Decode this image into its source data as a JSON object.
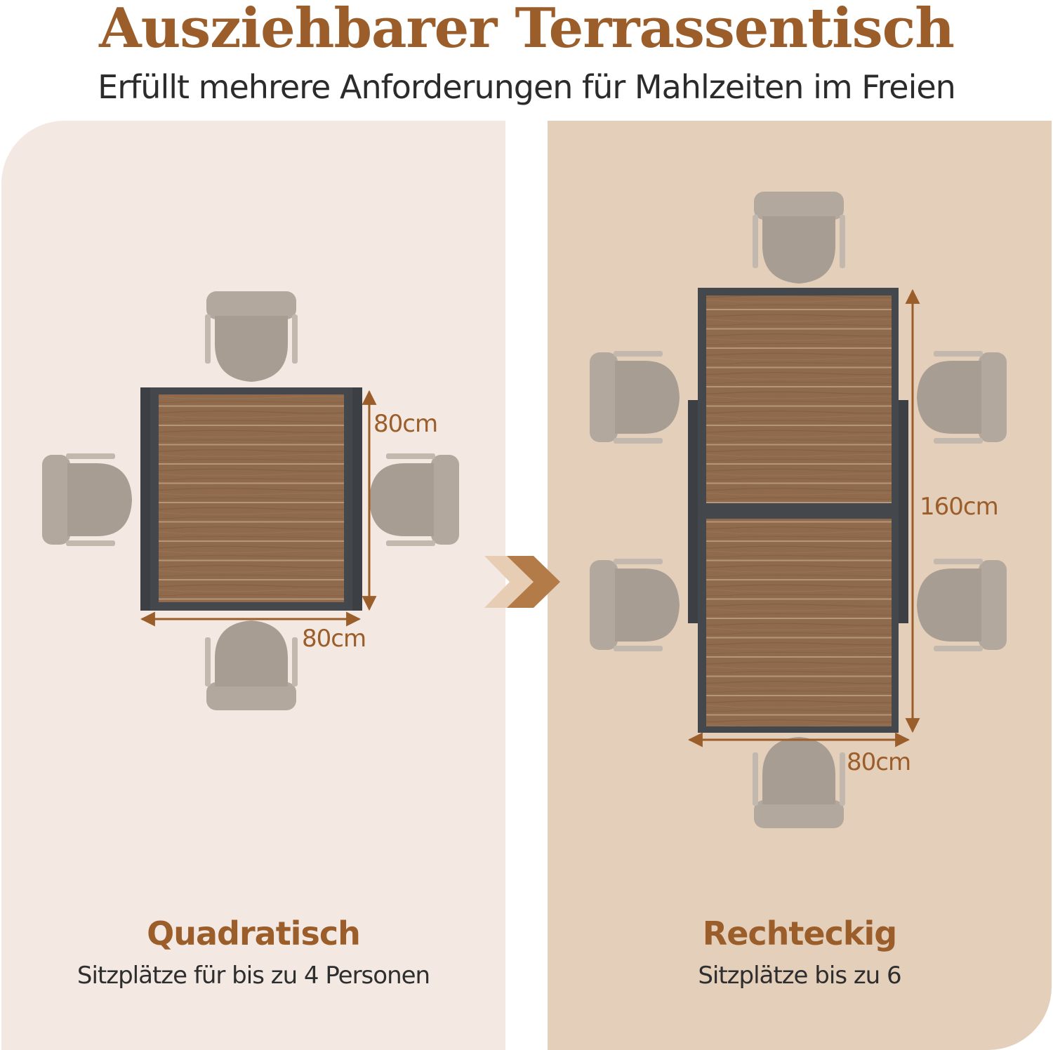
{
  "header": {
    "title": "Ausziehbarer Terrassentisch",
    "subtitle": "Erfüllt mehrere Anforderungen für Mahlzeiten im Freien"
  },
  "left_panel": {
    "heading": "Quadratisch",
    "caption": "Sitzplätze für bis zu 4 Personen",
    "height_label": "80cm",
    "width_label": "80cm"
  },
  "right_panel": {
    "heading": "Rechteckig",
    "caption": "Sitzplätze bis zu 6",
    "height_label": "160cm",
    "width_label": "80cm"
  },
  "colors": {
    "accent": "#9b5e2a",
    "left_bg": "#f3e8e2",
    "right_bg": "#e4cfbb",
    "frame": "#3c3f44",
    "wood": "#8f6a4c",
    "chair": "#b3a89d"
  },
  "icons": {
    "transition": "double-chevron-right-icon",
    "chair": "chair-top-view-icon"
  }
}
